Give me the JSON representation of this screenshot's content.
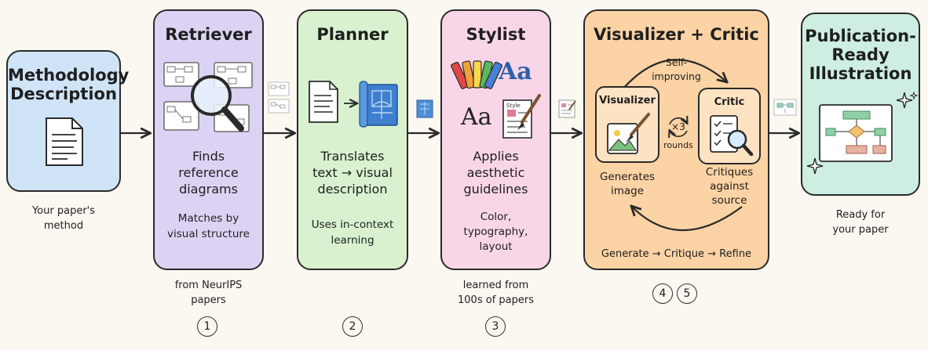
{
  "colors": {
    "methodology": "#cfe4f7",
    "retriever": "#dcd3f4",
    "planner": "#d9f1cf",
    "stylist": "#f8d6e8",
    "visualizer": "#fbd3a4",
    "publication": "#cdeee0",
    "ink": "#2a2a2a"
  },
  "methodology": {
    "title_line1": "Methodology",
    "title_line2": "Description",
    "caption_line1": "Your paper's",
    "caption_line2": "method"
  },
  "retriever": {
    "title": "Retriever",
    "desc_line1": "Finds",
    "desc_line2": "reference",
    "desc_line3": "diagrams",
    "sub_line1": "Matches by",
    "sub_line2": "visual structure",
    "caption_line1": "from NeurIPS",
    "caption_line2": "papers",
    "number": "1"
  },
  "planner": {
    "title": "Planner",
    "desc_line1": "Translates",
    "desc_line2": "text → visual",
    "desc_line3": "description",
    "sub_line1": "Uses in-context",
    "sub_line2": "learning",
    "number": "2"
  },
  "stylist": {
    "title": "Stylist",
    "font_glyph": "Aa",
    "doc_label": "Style",
    "desc_line1": "Applies",
    "desc_line2": "aesthetic",
    "desc_line3": "guidelines",
    "sub_line1": "Color,",
    "sub_line2": "typography,",
    "sub_line3": "layout",
    "caption_line1": "learned from",
    "caption_line2": "100s of papers",
    "number": "3"
  },
  "visualizer_critic": {
    "title": "Visualizer + Critic",
    "loop_line1": "Self-",
    "loop_line2": "improving",
    "visualizer_label": "Visualizer",
    "critic_label": "Critic",
    "rounds_count": "×3",
    "rounds_label": "rounds",
    "vis_desc_line1": "Generates",
    "vis_desc_line2": "image",
    "critic_desc_line1": "Critiques",
    "critic_desc_line2": "against",
    "critic_desc_line3": "source",
    "flow": "Generate → Critique → Refine",
    "number_a": "4",
    "number_b": "5"
  },
  "publication": {
    "title_line1": "Publication-",
    "title_line2": "Ready",
    "title_line3": "Illustration",
    "caption_line1": "Ready for",
    "caption_line2": "your paper"
  }
}
